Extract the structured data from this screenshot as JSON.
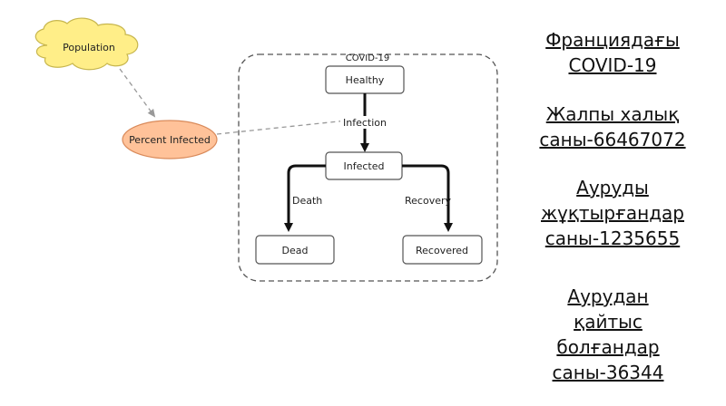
{
  "diagram": {
    "cloud_label": "Population",
    "ellipse_label": "Percent Infected",
    "group_title": "COVID-19",
    "nodes": {
      "healthy": "Healthy",
      "infected": "Infected",
      "dead": "Dead",
      "recovered": "Recovered"
    },
    "edges": {
      "infection": "Infection",
      "death": "Death",
      "recovery": "Recovery"
    },
    "colors": {
      "cloud_fill": "#ffee88",
      "cloud_stroke": "#c7b64e",
      "ellipse_fill": "#ffc299",
      "ellipse_stroke": "#d98a5a",
      "dashed": "#999999",
      "node_stroke": "#555555",
      "arrow": "#111111"
    }
  },
  "stats": {
    "block1": [
      "Франциядағы",
      "COVID-19"
    ],
    "block2": [
      "Жалпы халық",
      "саны-66467072"
    ],
    "block3": [
      "Ауруды",
      "жұқтырғандар",
      "саны-1235655"
    ],
    "block4": [
      "Аурудан",
      "қайтыс",
      "болғандар",
      "саны-36344"
    ]
  }
}
